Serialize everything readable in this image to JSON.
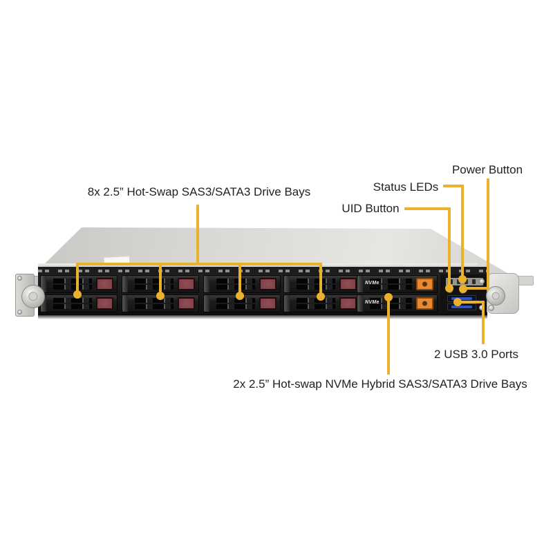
{
  "callouts": {
    "sas_bays": "8x  2.5” Hot-Swap SAS3/SATA3 Drive Bays",
    "power_button": "Power Button",
    "status_leds": "Status LEDs",
    "uid_button": "UID Button",
    "usb_ports": "2 USB 3.0 Ports",
    "nvme_bays": "2x 2.5” Hot-swap NVMe Hybrid SAS3/SATA3 Drive Bays"
  },
  "server": {
    "nvme_tray_label": "NVMe",
    "sas_bay_count": 8,
    "nvme_bay_count": 2,
    "usb_port_count": 2
  },
  "colors": {
    "callout_line": "#e9b12c",
    "sas_latch": "#7d4046",
    "nvme_latch": "#e68a33",
    "usb_port": "#2b55c0",
    "chassis_lid": "#d9d8d5",
    "front_panel": "#141414"
  }
}
